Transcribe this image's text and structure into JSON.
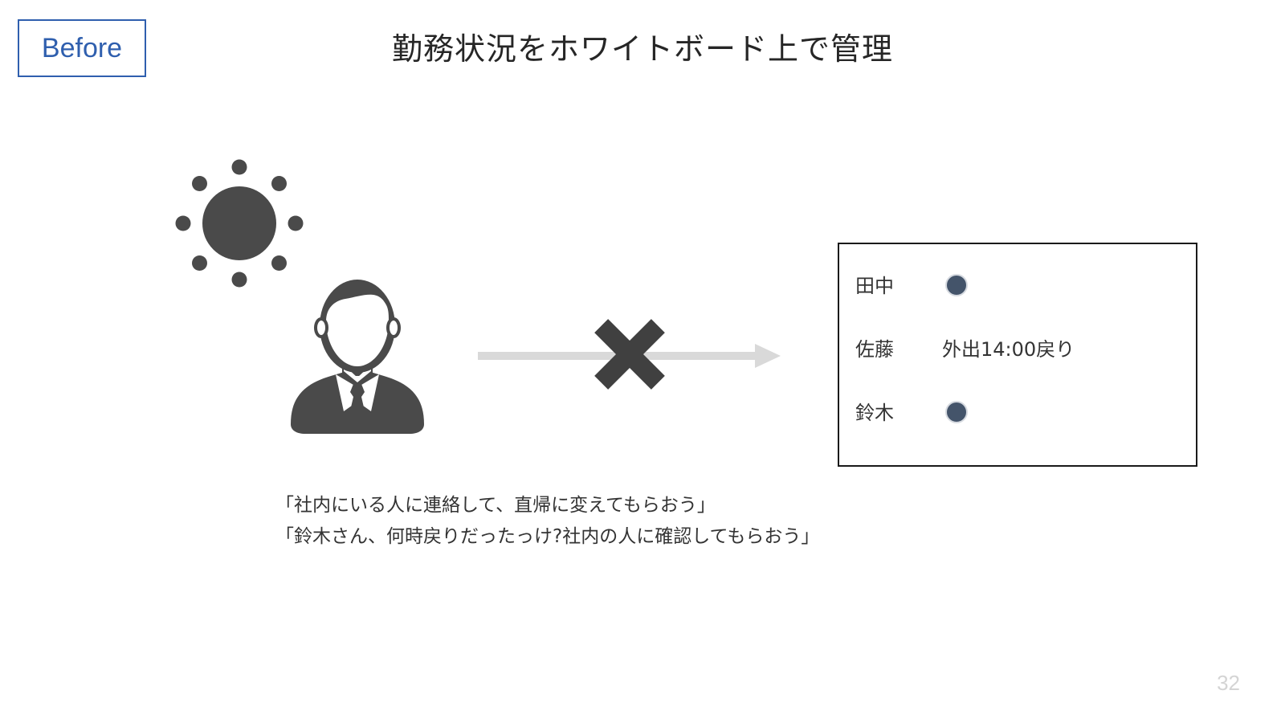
{
  "tag": {
    "label": "Before",
    "color": "#2f5fae"
  },
  "title": "勤務状況をホワイトボード上で管理",
  "icons": {
    "sun": "sun-icon",
    "person": "businessman-icon",
    "arrow": "arrow-right-icon",
    "cross": "cross-mark-icon"
  },
  "whiteboard": {
    "rows": [
      {
        "name": "田中",
        "status_type": "dot"
      },
      {
        "name": "佐藤",
        "status_type": "text",
        "status_text": "外出14:00戻り"
      },
      {
        "name": "鈴木",
        "status_type": "dot"
      }
    ],
    "dot_color": "#44546a"
  },
  "quotes": [
    "「社内にいる人に連絡して、直帰に変えてもらおう」",
    "「鈴木さん、何時戻りだったっけ?社内の人に確認してもらおう」"
  ],
  "page_number": "32"
}
